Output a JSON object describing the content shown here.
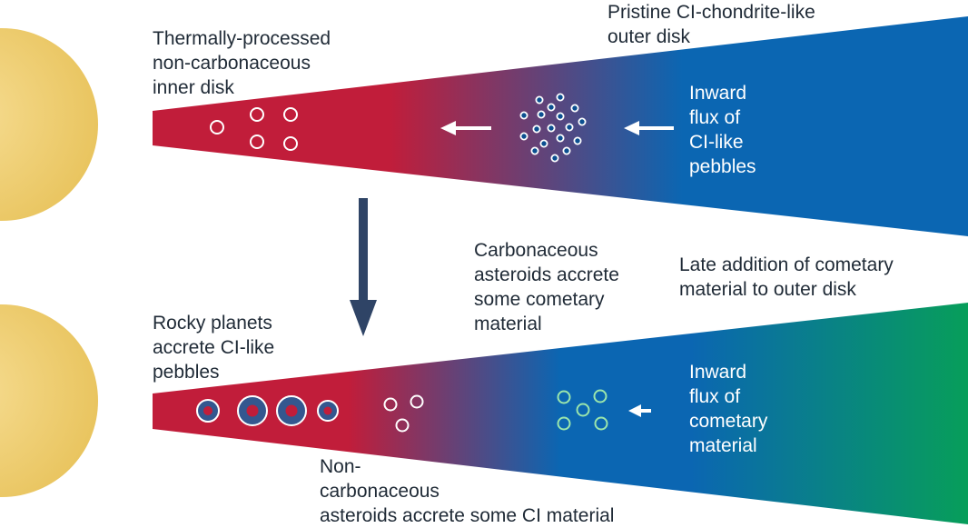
{
  "colors": {
    "star": "#e8c35c",
    "inner_disk": "#c11d3a",
    "outer_disk_ci": "#0b66b2",
    "outer_disk_cometary": "#079e5a",
    "arrow": "#2f4466",
    "text": "#1f2a36",
    "text_on_disk": "#ffffff"
  },
  "labels": {
    "inner_disk": [
      "Thermally-processed",
      "non-carbonaceous",
      "inner disk"
    ],
    "outer_disk": [
      "Pristine CI-chondrite-like",
      "outer disk"
    ],
    "inward_ci": [
      "Inward",
      "flux of",
      "CI-like",
      "pebbles"
    ],
    "carbonaceous_asteroids": [
      "Carbonaceous",
      "asteroids accrete",
      "some cometary",
      "material"
    ],
    "late_addition": [
      "Late addition of cometary",
      "material to outer disk"
    ],
    "rocky_planets": [
      "Rocky planets",
      "accrete CI-like",
      "pebbles"
    ],
    "inward_cometary": [
      "Inward",
      "flux of",
      "cometary",
      "material"
    ],
    "non_carbonaceous": [
      "Non-",
      "carbonaceous",
      "asteroids accrete some CI material"
    ]
  },
  "icons": {
    "star": "star-disc",
    "flow_arrow": "arrow-left-icon",
    "transition_arrow": "arrow-down-icon",
    "pebble": "circle-outline",
    "planet": "ringed-dot"
  }
}
